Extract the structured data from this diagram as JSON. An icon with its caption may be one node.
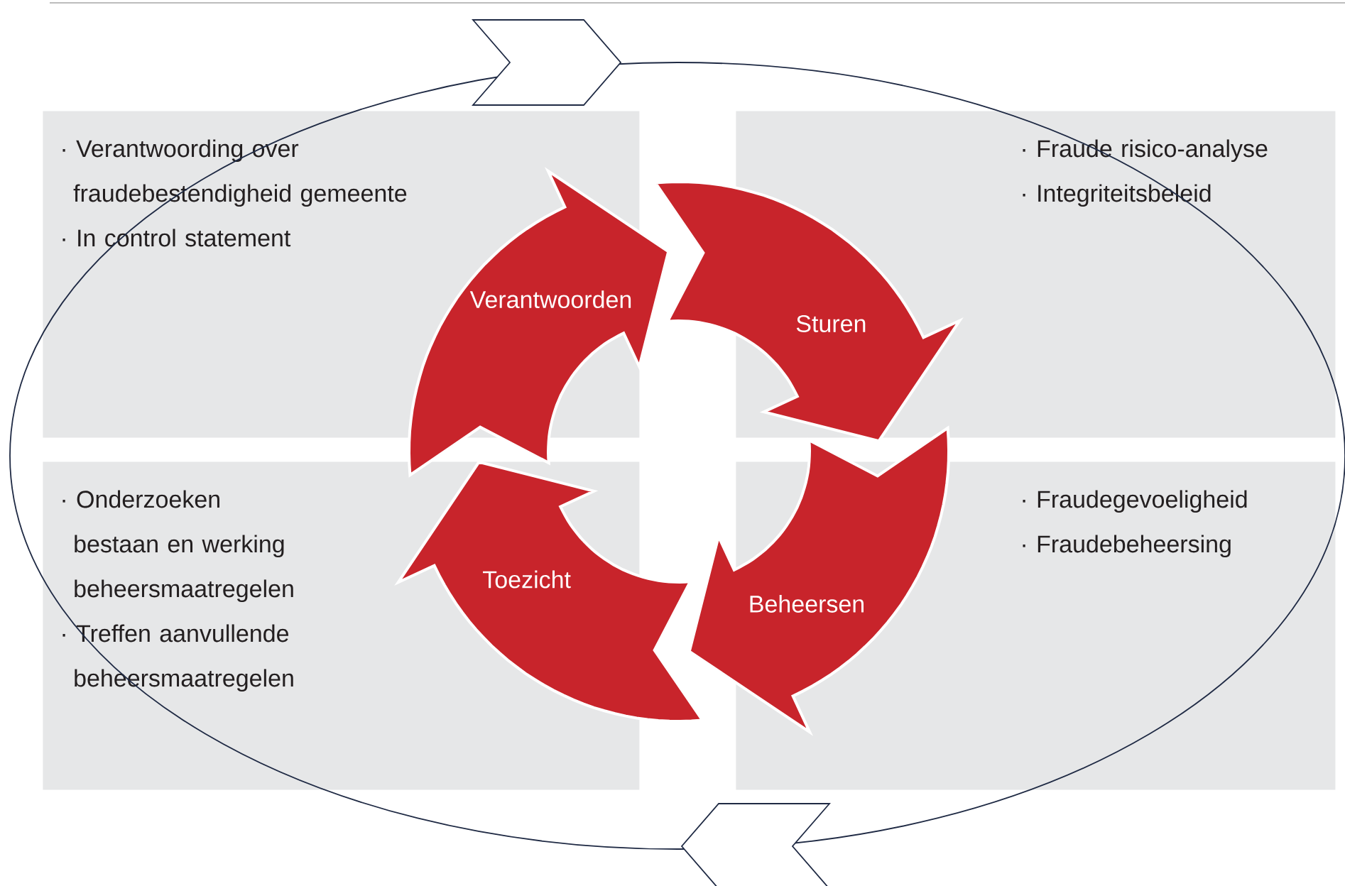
{
  "diagram": {
    "nodes": [
      {
        "text": [
          "· Verantwoording over fraudebestendigheid gemeente",
          "· In control statement"
        ]
      },
      {
        "text": [
          "· Fraude risico-analyse",
          "· Integriteitsbeleid"
        ]
      },
      {
        "text": [
          "· Onderzoeken bestaan en werking beheersmaatregelen",
          "· Treffen aanvullende beheersmaatregelen"
        ]
      },
      {
        "text": [
          "· Fraudegevoeligheid",
          "· Fraudebeheersing"
        ]
      }
    ],
    "edges": [
      {
        "from": 0,
        "to": 1,
        "arrow": "to",
        "label": "Verantwoorden"
      },
      {
        "from": 1,
        "to": 3,
        "arrow": "to",
        "label": "Sturen"
      },
      {
        "from": 3,
        "to": 2,
        "arrow": "to",
        "label": "Beheersen"
      },
      {
        "from": 2,
        "to": 0,
        "arrow": "to",
        "label": "Toezicht"
      }
    ]
  }
}
